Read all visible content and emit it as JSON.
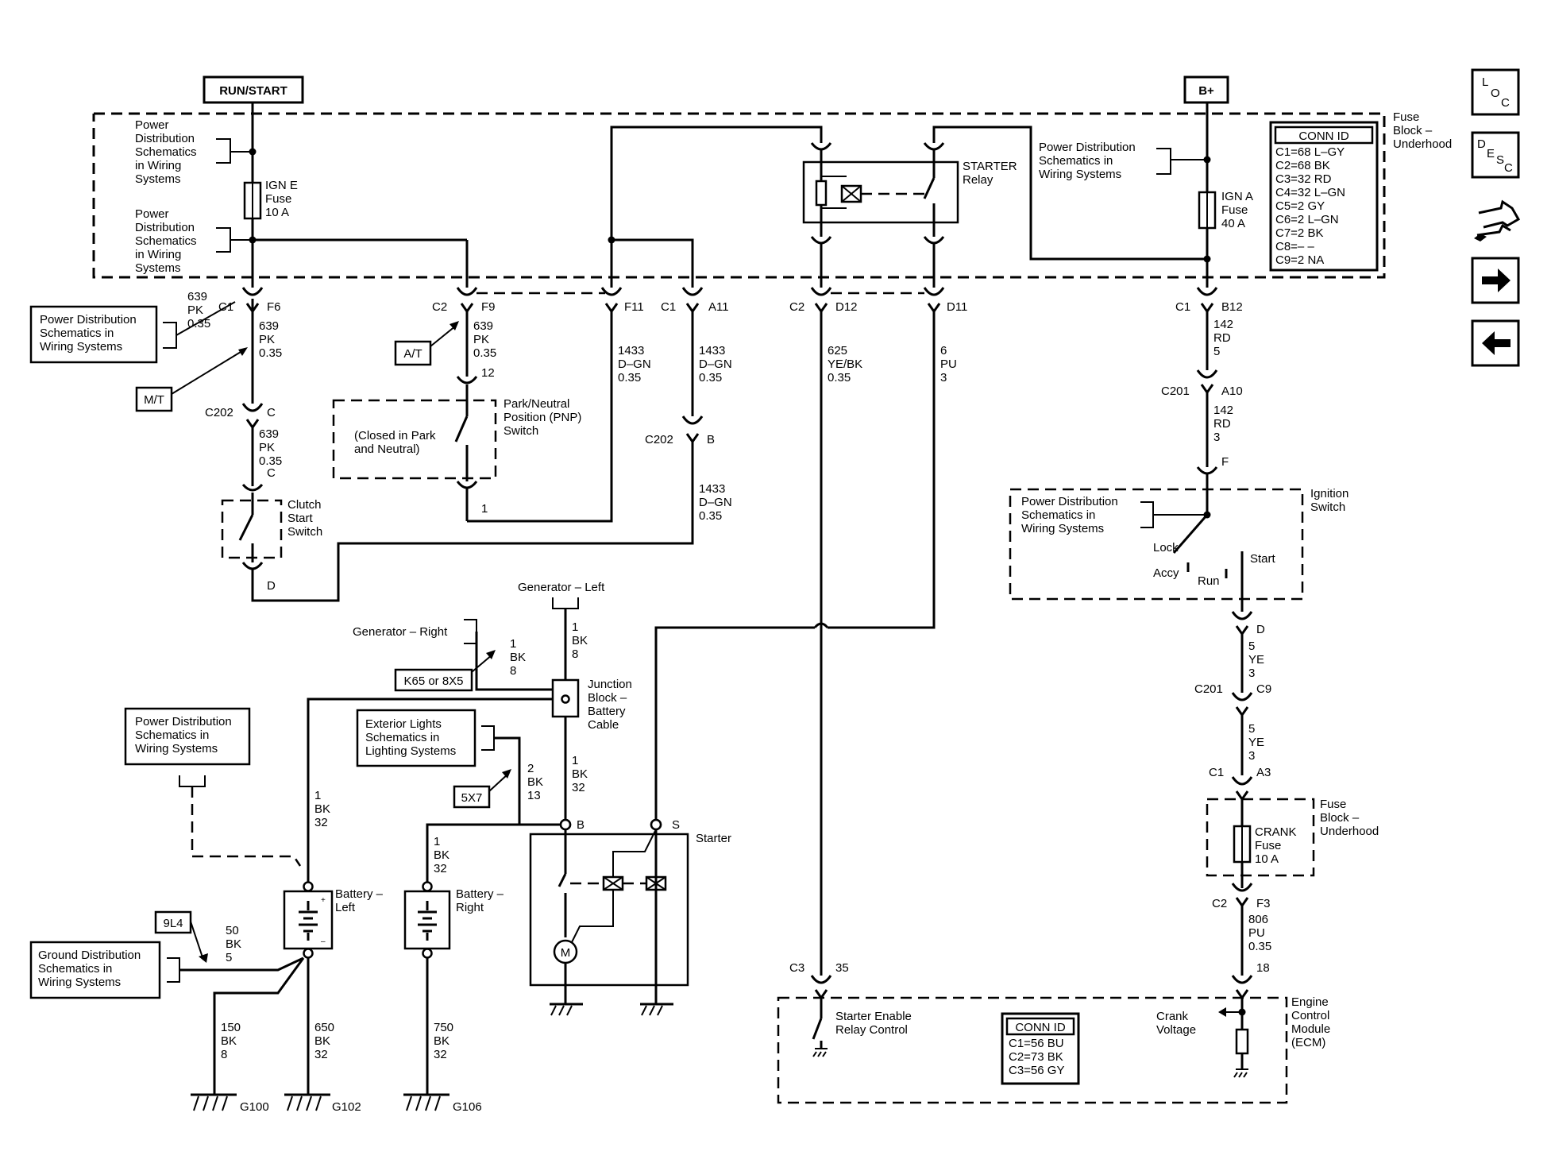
{
  "labels": {
    "run_start": "RUN/START",
    "b_plus": "B+",
    "pd_schem": [
      "Power",
      "Distribution",
      "Schematics",
      "in Wiring",
      "Systems"
    ],
    "pd_schem3": [
      "Power Distribution",
      "Schematics in",
      "Wiring Systems"
    ],
    "ign_e": [
      "IGN E",
      "Fuse",
      "10 A"
    ],
    "ign_a": [
      "IGN A",
      "Fuse",
      "40 A"
    ],
    "crank_fuse": [
      "CRANK",
      "Fuse",
      "10 A"
    ],
    "fuse_block": [
      "Fuse",
      "Block –",
      "Underhood"
    ],
    "starter_relay": [
      "STARTER",
      "Relay"
    ],
    "conn_id_title": "CONN ID",
    "conn_top": [
      "C1=68 L–GY",
      "C2=68 BK",
      "C3=32 RD",
      "C4=32 L–GN",
      "C5=2 GY",
      "C6=2 L–GN",
      "C7=2 BK",
      "C8=– –",
      "C9=2 NA"
    ],
    "conn_ecm": [
      "C1=56 BU",
      "C2=73 BK",
      "C3=56 GY"
    ],
    "mt": "M/T",
    "at": "A/T",
    "k65": "K65 or 8X5",
    "x57": "5X7",
    "l94": "9L4",
    "pnp": [
      "Park/Neutral",
      "Position (PNP)",
      "Switch"
    ],
    "pnp_note": [
      "(Closed in Park",
      "and Neutral)"
    ],
    "clutch": [
      "Clutch",
      "Start",
      "Switch"
    ],
    "ignition_switch": [
      "Ignition",
      "Switch"
    ],
    "lock": "Lock",
    "accy": "Accy",
    "run": "Run",
    "start": "Start",
    "gen_left": "Generator – Left",
    "gen_right": "Generator – Right",
    "junction": [
      "Junction",
      "Block –",
      "Battery",
      "Cable"
    ],
    "ext_lights": [
      "Exterior Lights",
      "Schematics in",
      "Lighting Systems"
    ],
    "ground_dist": [
      "Ground Distribution",
      "Schematics in",
      "Wiring Systems"
    ],
    "battery_left": [
      "Battery –",
      "Left"
    ],
    "battery_right": [
      "Battery –",
      "Right"
    ],
    "starter": "Starter",
    "ecm": [
      "Engine",
      "Control",
      "Module",
      "(ECM)"
    ],
    "starter_enable": [
      "Starter Enable",
      "Relay Control"
    ],
    "crank_voltage": [
      "Crank",
      "Voltage"
    ],
    "motor": "M",
    "b_term": "B",
    "s_term": "S",
    "loc": [
      "L",
      "O",
      "C"
    ],
    "desc": [
      "D",
      "E",
      "S",
      "C"
    ],
    "grounds": [
      "G100",
      "G102",
      "G106"
    ],
    "conn": {
      "c1": "C1",
      "c2": "C2",
      "c3": "C3",
      "c202": "C202",
      "c201": "C201",
      "f6": "F6",
      "f9": "F9",
      "f11": "F11",
      "a11": "A11",
      "d12": "D12",
      "d11": "D11",
      "b12": "B12",
      "a10": "A10",
      "f": "F",
      "d": "D",
      "c9": "C9",
      "a3": "A3",
      "f3": "F3",
      "c": "C",
      "b": "B",
      "n12": "12",
      "n1": "1",
      "n35": "35",
      "n18": "18"
    },
    "wires": {
      "w639": [
        "639",
        "PK",
        "0.35"
      ],
      "w1433": [
        "1433",
        "D–GN",
        "0.35"
      ],
      "w625": [
        "625",
        "YE/BK",
        "0.35"
      ],
      "w6": [
        "6",
        "PU",
        "3"
      ],
      "w142": [
        "142",
        "RD",
        "5"
      ],
      "w142b": [
        "142",
        "RD",
        "3"
      ],
      "w5": [
        "5",
        "YE",
        "3"
      ],
      "w806": [
        "806",
        "PU",
        "0.35"
      ],
      "w1bk8": [
        "1",
        "BK",
        "8"
      ],
      "w1bk32": [
        "1",
        "BK",
        "32"
      ],
      "w2bk13": [
        "2",
        "BK",
        "13"
      ],
      "w50": [
        "50",
        "BK",
        "5"
      ],
      "w150": [
        "150",
        "BK",
        "8"
      ],
      "w650": [
        "650",
        "BK",
        "32"
      ],
      "w750": [
        "750",
        "BK",
        "32"
      ]
    }
  }
}
